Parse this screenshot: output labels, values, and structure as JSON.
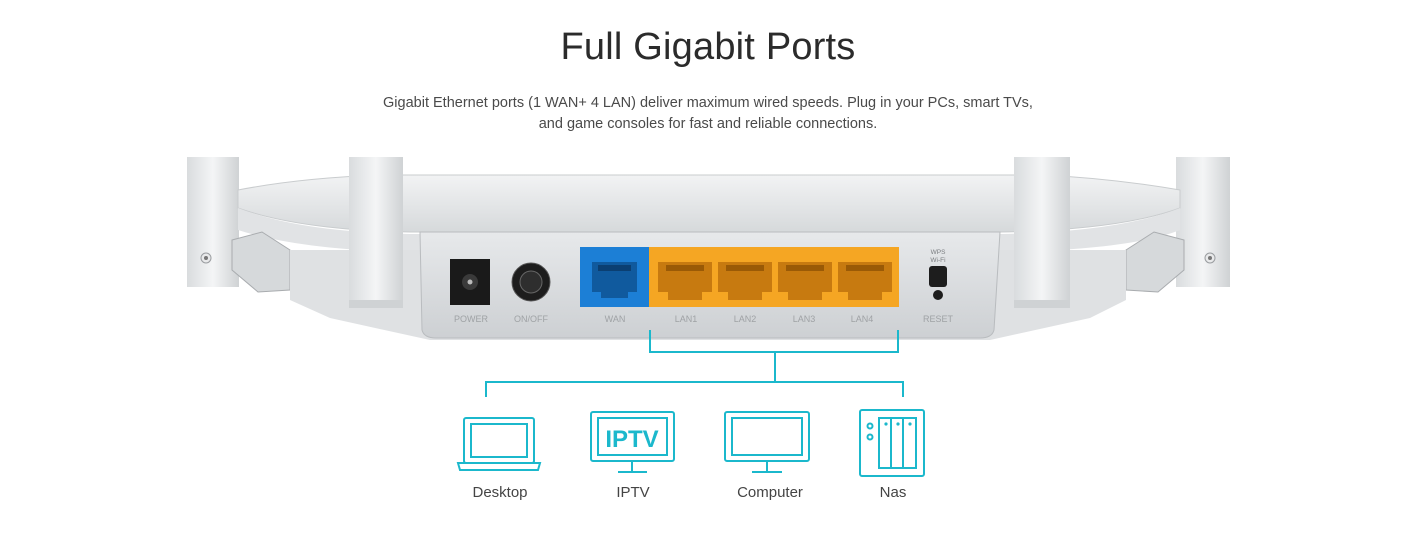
{
  "heading": "Full Gigabit Ports",
  "description": {
    "line1": "Gigabit Ethernet ports (1 WAN+ 4 LAN) deliver maximum wired speeds. Plug in your PCs, smart TVs,",
    "line2": "and game consoles for fast and reliable connections."
  },
  "router": {
    "port_labels": {
      "power": "POWER",
      "onoff": "ON/OFF",
      "wan": "WAN",
      "lan1": "LAN1",
      "lan2": "LAN2",
      "lan3": "LAN3",
      "lan4": "LAN4",
      "wps": "WPS",
      "wifi": "Wi-Fi",
      "reset": "RESET"
    }
  },
  "devices": {
    "desktop": "Desktop",
    "iptv": "IPTV",
    "iptv_screen_text": "IPTV",
    "computer": "Computer",
    "nas": "Nas"
  },
  "colors": {
    "accent": "#1bb8cc",
    "wan_port": "#1c7fd6",
    "lan_port": "#f5a623"
  }
}
